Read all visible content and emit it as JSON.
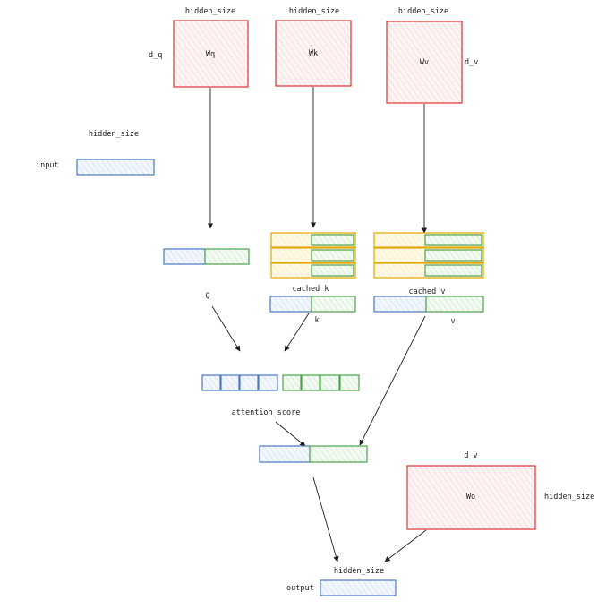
{
  "labels": {
    "wq_top": "hidden_size",
    "wk_top": "hidden_size",
    "wv_top": "hidden_size",
    "wq_side": "d_q",
    "wv_side": "d_v",
    "wq": "Wq",
    "wk": "Wk",
    "wv": "Wv",
    "input_top": "hidden_size",
    "input": "input",
    "q": "Q",
    "cached_k": "cached k",
    "k": "k",
    "cached_v": "cached v",
    "v": "v",
    "attention_score": "attention score",
    "wo_top": "d_v",
    "wo_side": "hidden_size",
    "wo": "Wo",
    "output_top": "hidden_size",
    "output": "output"
  },
  "colors": {
    "weight_matrix": "#e03131",
    "query_key_part": "#4a78c2",
    "rope_part": "#4ea24e",
    "cache": "#e0a800"
  }
}
